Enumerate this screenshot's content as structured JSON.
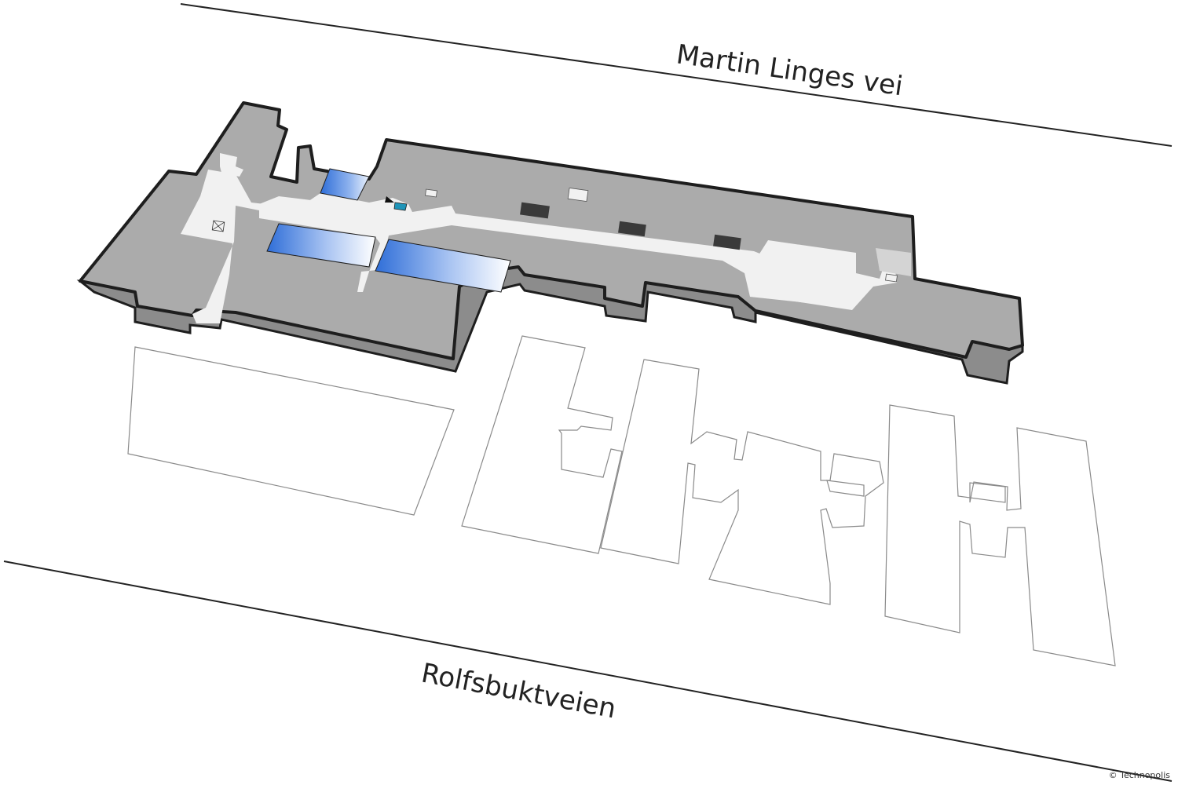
{
  "streets": {
    "north": "Martin Linges vei",
    "south": "Rolfsbuktveien"
  },
  "copyright": "© Technopolis",
  "colors": {
    "background": "#ffffff",
    "floor_gray": "#ababab",
    "floor_edge": "#1e1e1e",
    "floor_side": "#8c8c8c",
    "corridor": "#f1f1f1",
    "atrium_blue": "#2f6ed8",
    "highlight_room": "#1f94b8",
    "block_outline": "#8a8a8a",
    "street_line": "#222222"
  },
  "icons": {
    "location_marker": "location-marker-icon",
    "elevator": "elevator-icon"
  }
}
